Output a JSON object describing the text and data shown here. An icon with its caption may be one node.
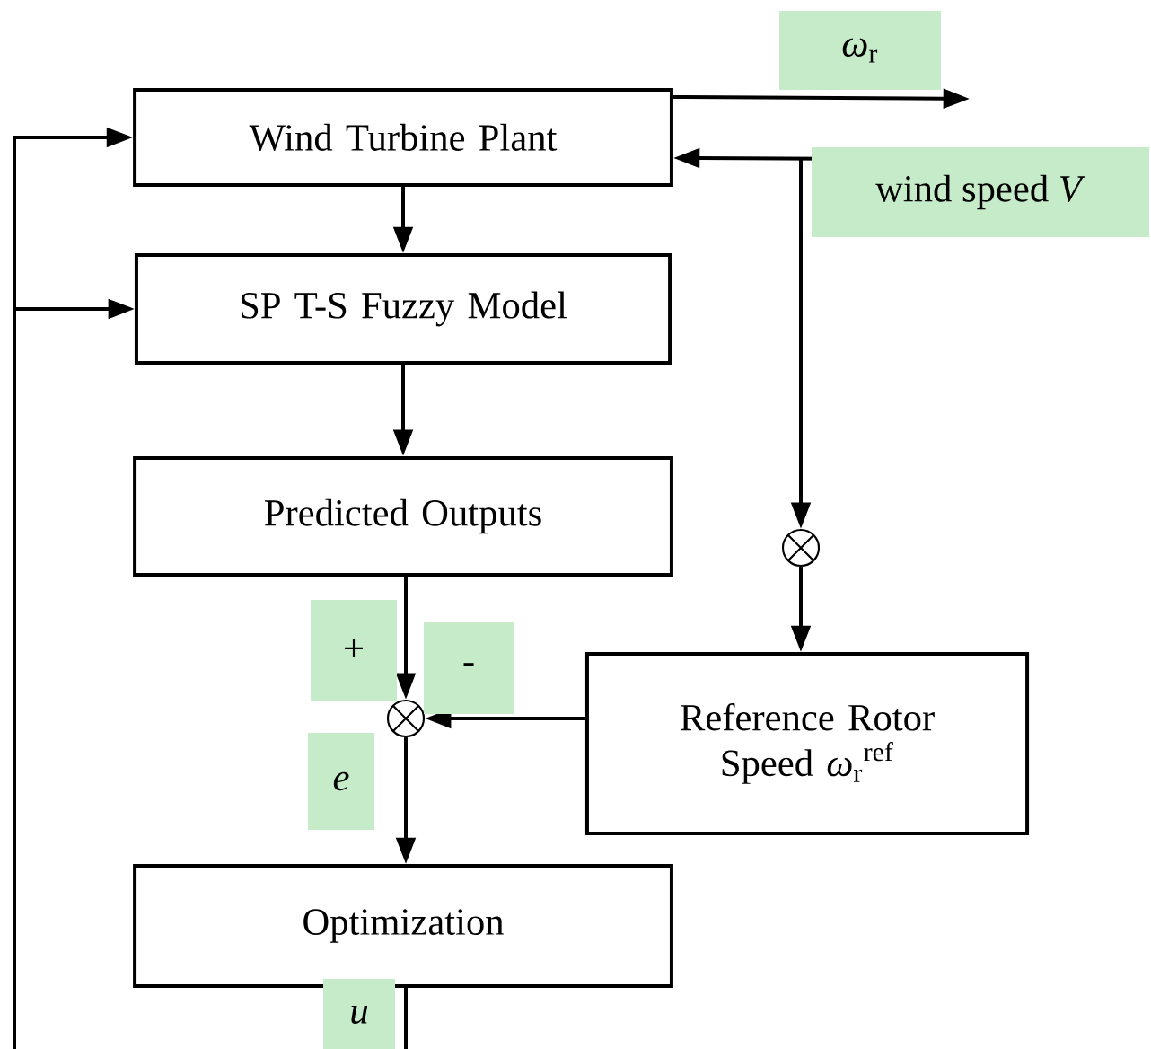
{
  "diagram": {
    "nodes": [
      {
        "text": [
          "Wind Turbine Plant"
        ]
      },
      {
        "text": [
          "SP T-S Fuzzy Model"
        ]
      },
      {
        "text": [
          "Predicted Outputs"
        ]
      },
      {
        "text": [],
        "shape": "circle"
      },
      {
        "text": [
          "Reference Rotor Speed *ω*$_{r}$$^{ref}$"
        ]
      },
      {
        "text": [],
        "shape": "circle"
      },
      {
        "text": [
          "Optimization"
        ]
      }
    ],
    "edges": [
      {
        "from": 0,
        "to": null,
        "arrow": "to",
        "label": "*ω*$_{r}$"
      },
      {
        "from": null,
        "to": 0,
        "arrow": "to",
        "label": "wind speed *V*"
      },
      {
        "from": null,
        "to": 3,
        "arrow": "to"
      },
      {
        "from": 0,
        "to": 1,
        "arrow": "to"
      },
      {
        "from": 1,
        "to": 2,
        "arrow": "to"
      },
      {
        "from": 2,
        "to": 5,
        "arrow": "to",
        "label": "+"
      },
      {
        "from": 4,
        "to": 5,
        "arrow": "to",
        "label": "-"
      },
      {
        "from": 3,
        "to": 4,
        "arrow": "to"
      },
      {
        "from": 5,
        "to": 6,
        "arrow": "to",
        "label": "e"
      },
      {
        "from": 6,
        "to": null,
        "arrow": "none",
        "label": "u"
      },
      {
        "from": null,
        "to": 0,
        "arrow": "to"
      },
      {
        "from": null,
        "to": 1,
        "arrow": "to"
      }
    ]
  }
}
